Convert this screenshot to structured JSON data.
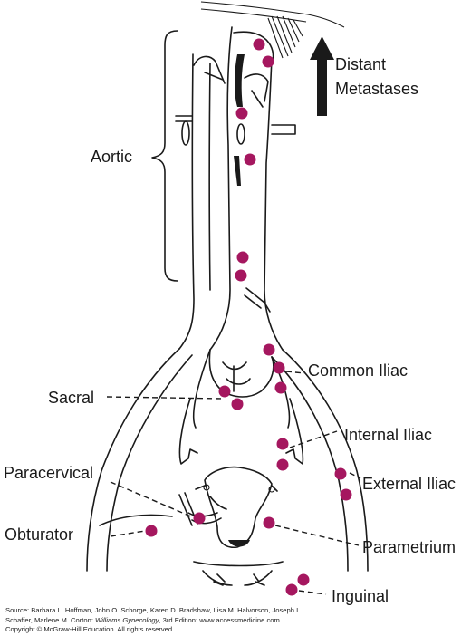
{
  "labels": {
    "distant_line1": "Distant",
    "distant_line2": "Metastases",
    "aortic": "Aortic",
    "common_iliac": "Common Iliac",
    "sacral": "Sacral",
    "internal_iliac": "Internal Iliac",
    "paracervical": "Paracervical",
    "external_iliac": "External Iliac",
    "obturator": "Obturator",
    "parametrium": "Parametrium",
    "inguinal": "Inguinal"
  },
  "colors": {
    "node": "#a5175f",
    "line": "#1a1a1a"
  },
  "source": {
    "line1": "Source: Barbara L. Hoffman, John O. Schorge, Karen D. Bradshaw, Lisa M. Halvorson, Joseph I.",
    "line2_pre": "Schaffer, Marlene M. Corton: ",
    "line2_title": "Williams Gynecology",
    "line2_post": ", 3rd Edition: www.accessmedicine.com",
    "line3": "Copyright © McGraw-Hill Education. All rights reserved."
  }
}
